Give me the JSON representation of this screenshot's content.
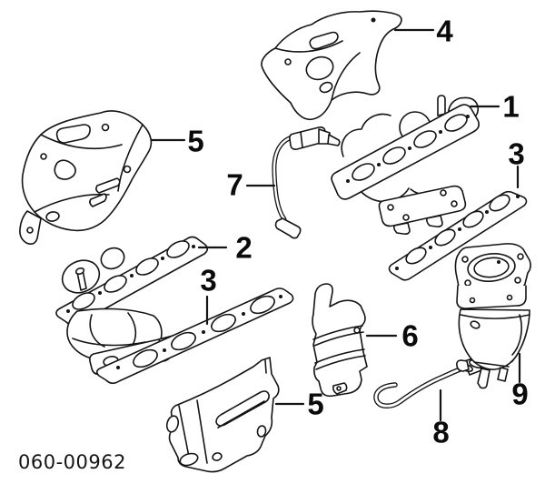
{
  "figure": {
    "type": "exploded-parts-diagram",
    "drawing_code": "060-00962",
    "background_color": "#ffffff",
    "line_color": "#141414"
  },
  "callouts": [
    {
      "ref": "1",
      "part": "exhaust-manifold"
    },
    {
      "ref": "2",
      "part": "exhaust-manifold-with-converter"
    },
    {
      "ref": "3",
      "part": "manifold-gasket-right"
    },
    {
      "ref": "3",
      "part": "manifold-gasket-center"
    },
    {
      "ref": "4",
      "part": "manifold-heat-shield-top"
    },
    {
      "ref": "5",
      "part": "heat-protector-upper-left"
    },
    {
      "ref": "5",
      "part": "heat-protector-bottom"
    },
    {
      "ref": "6",
      "part": "converter-heat-shield"
    },
    {
      "ref": "7",
      "part": "oxygen-sensor"
    },
    {
      "ref": "8",
      "part": "hose"
    },
    {
      "ref": "9",
      "part": "catalytic-converter"
    }
  ]
}
